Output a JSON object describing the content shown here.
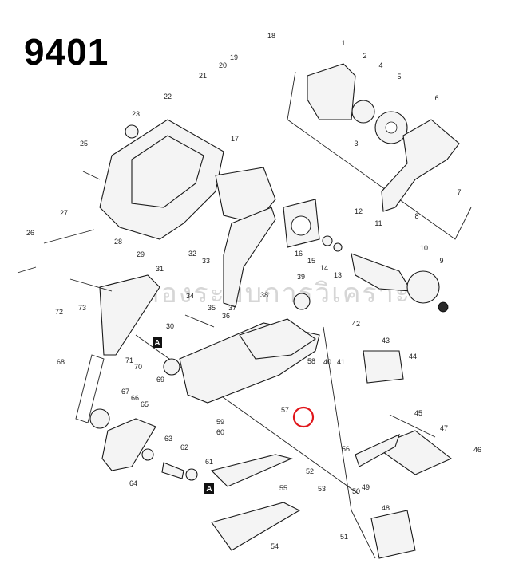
{
  "model": "9401",
  "watermark": "ทดลองระบบการวิเคราะห์",
  "highlight_color": "#e0161b",
  "highlighted_part": "57",
  "inset_marker": "A",
  "part_numbers": [
    "1",
    "2",
    "3",
    "4",
    "5",
    "6",
    "7",
    "8",
    "9",
    "10",
    "11",
    "12",
    "13",
    "14",
    "15",
    "16",
    "17",
    "18",
    "19",
    "20",
    "21",
    "22",
    "23",
    "25",
    "26",
    "27",
    "28",
    "29",
    "30",
    "31",
    "32",
    "33",
    "34",
    "35",
    "36",
    "37",
    "38",
    "39",
    "40",
    "41",
    "42",
    "43",
    "44",
    "45",
    "46",
    "47",
    "48",
    "49",
    "50",
    "51",
    "52",
    "53",
    "54",
    "55",
    "56",
    "57",
    "58",
    "59",
    "60",
    "61",
    "62",
    "63",
    "64",
    "65",
    "66",
    "67",
    "68",
    "69",
    "70",
    "71",
    "72",
    "73"
  ]
}
